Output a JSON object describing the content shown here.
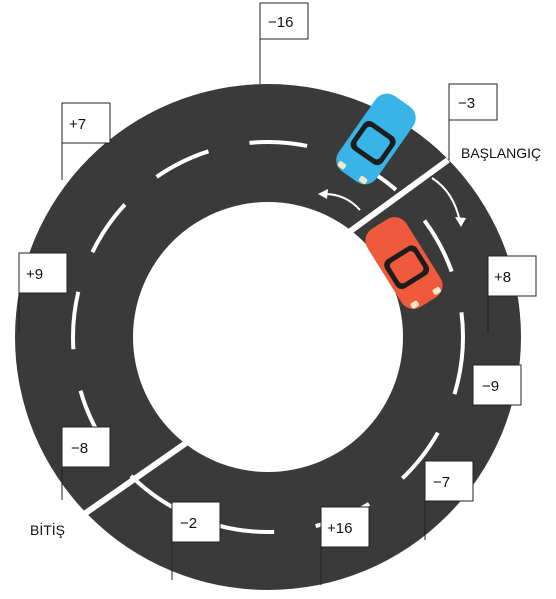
{
  "colors": {
    "road": "#3a3a3a",
    "lane_marking": "#ffffff",
    "center": "#ffffff",
    "blue_car": "#3ab4e6",
    "red_car": "#ef5a3c",
    "arrow": "#ffffff"
  },
  "labels": {
    "start": "BAŞLANGIÇ",
    "finish": "BİTİŞ"
  },
  "signs": [
    {
      "id": "top",
      "text": "−16"
    },
    {
      "id": "upper-left",
      "text": "+7"
    },
    {
      "id": "start",
      "text": "−3"
    },
    {
      "id": "left",
      "text": "+9"
    },
    {
      "id": "right-upper",
      "text": "+8"
    },
    {
      "id": "right-lower",
      "text": "−9"
    },
    {
      "id": "left-lower",
      "text": "−8"
    },
    {
      "id": "bottom-right",
      "text": "−7"
    },
    {
      "id": "bottom-left",
      "text": "−2"
    },
    {
      "id": "bottom",
      "text": "+16"
    }
  ],
  "cars": [
    {
      "id": "blue-car",
      "icon": "car-icon",
      "color": "blue"
    },
    {
      "id": "red-car",
      "icon": "car-icon",
      "color": "red"
    }
  ]
}
